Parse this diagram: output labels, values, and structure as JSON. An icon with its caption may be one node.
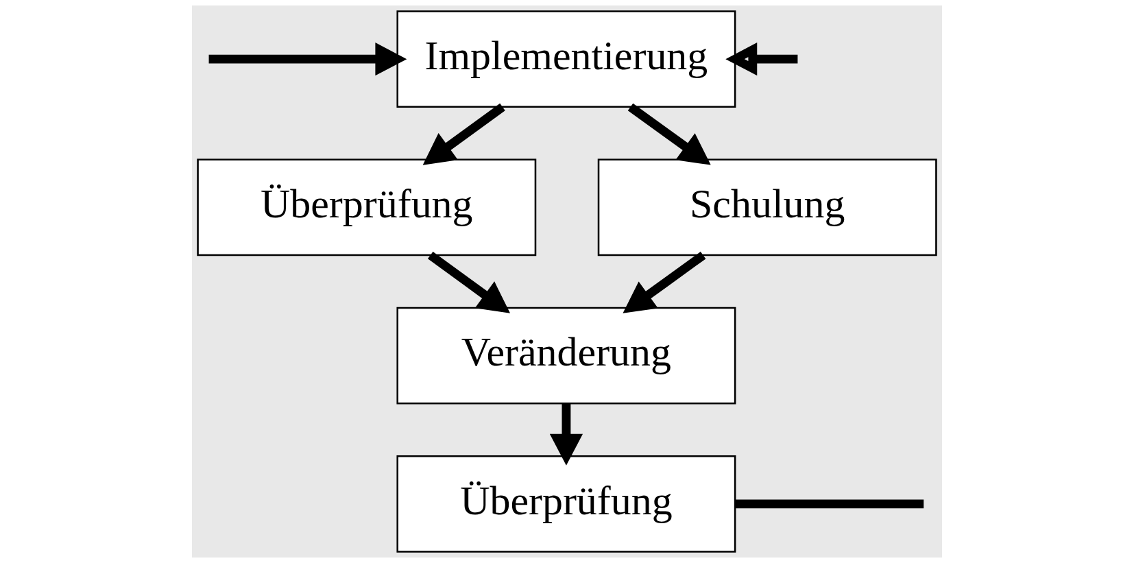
{
  "diagram": {
    "nodes": [
      {
        "text": [
          "Implementierung"
        ]
      },
      {
        "text": [
          "Überprüfung"
        ]
      },
      {
        "text": [
          "Schulung"
        ]
      },
      {
        "text": [
          "Veränderung"
        ]
      },
      {
        "text": [
          "Überprüfung"
        ]
      }
    ],
    "edges": [
      {
        "from": null,
        "to": 0,
        "arrow": "to"
      },
      {
        "from": null,
        "to": 0,
        "arrow": "to"
      },
      {
        "from": 0,
        "to": 1,
        "arrow": "to"
      },
      {
        "from": 0,
        "to": 2,
        "arrow": "to"
      },
      {
        "from": 1,
        "to": 3,
        "arrow": "to"
      },
      {
        "from": 2,
        "to": 3,
        "arrow": "to"
      },
      {
        "from": 3,
        "to": 4,
        "arrow": "to"
      },
      {
        "from": 4,
        "to": null,
        "arrow": "none"
      }
    ]
  }
}
